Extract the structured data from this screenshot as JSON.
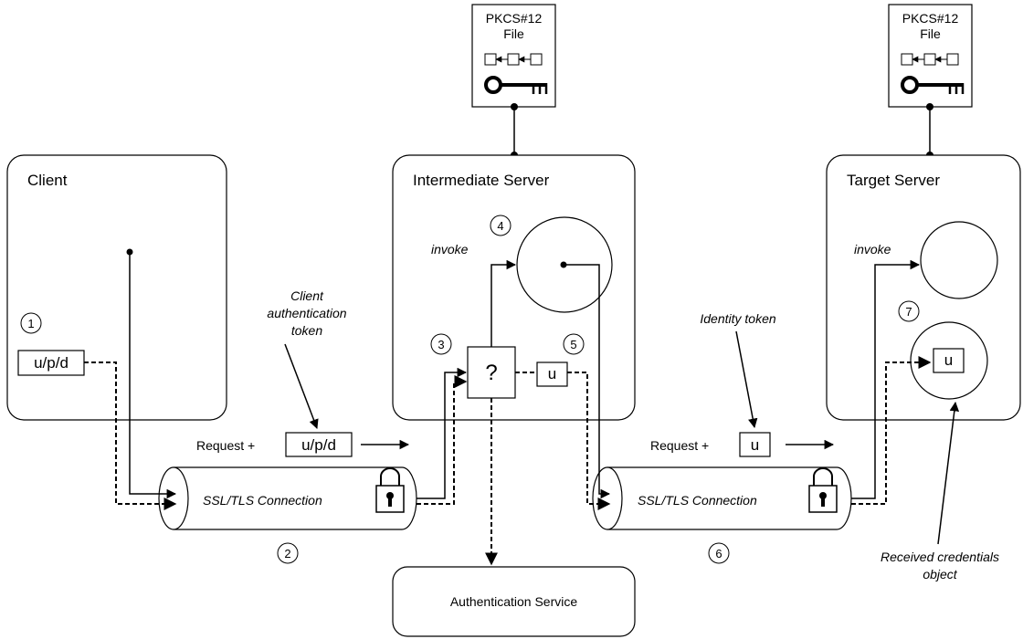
{
  "client": {
    "title": "Client",
    "token": "u/p/d"
  },
  "intermediate": {
    "title": "Intermediate Server",
    "invoke": "invoke",
    "decision": "?",
    "token": "u"
  },
  "target": {
    "title": "Target Server",
    "invoke": "invoke",
    "token": "u"
  },
  "auth_service": {
    "title": "Authentication Service"
  },
  "pkcs_left": {
    "line1": "PKCS#12",
    "line2": "File"
  },
  "pkcs_right": {
    "line1": "PKCS#12",
    "line2": "File"
  },
  "connection1": {
    "label": "SSL/TLS Connection"
  },
  "connection2": {
    "label": "SSL/TLS Connection"
  },
  "request1": {
    "prefix": "Request +",
    "token": "u/p/d"
  },
  "request2": {
    "prefix": "Request +",
    "token": "u"
  },
  "annotations": {
    "client_token": [
      "Client",
      "authentication",
      "token"
    ],
    "identity_token": "Identity token",
    "received": [
      "Received credentials",
      "object"
    ]
  },
  "steps": [
    "1",
    "2",
    "3",
    "4",
    "5",
    "6",
    "7"
  ]
}
